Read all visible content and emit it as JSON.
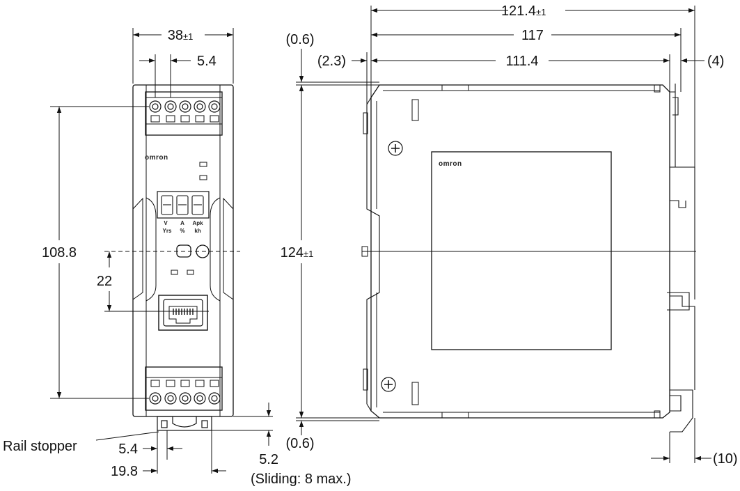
{
  "dimensions": {
    "front_width": "38",
    "front_width_tol": "±1",
    "terminal_pitch": "5.4",
    "terminal_span": "108.8",
    "port_offset": "22",
    "stopper_pitch": "5.4",
    "stopper_width": "19.8",
    "stopper_travel": "5.2",
    "stopper_note": "(Sliding: 8 max.)",
    "overall_depth": "121.4",
    "overall_depth_tol": "±1",
    "body_depth": "117",
    "inner_depth": "111.4",
    "left_step": "(2.3)",
    "right_step": "(4)",
    "top_gap": "(0.6)",
    "bottom_gap": "(0.6)",
    "height": "124",
    "height_tol": "±1",
    "rail_clip": "(10)"
  },
  "labels": {
    "rail_stopper": "Rail stopper",
    "brand_front": "omron",
    "brand_side": "omron",
    "unit_v": "V",
    "unit_a": "A",
    "unit_apk": "Apk",
    "unit_yrs": "Yrs",
    "unit_pct": "%",
    "unit_kh": "kh"
  }
}
